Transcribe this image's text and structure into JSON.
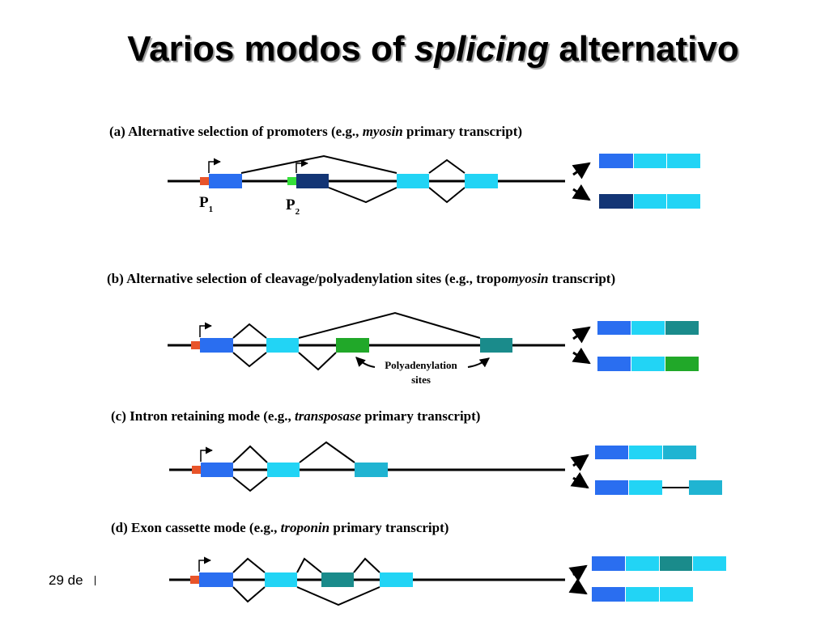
{
  "slide": {
    "title_part1": "Varios modos of ",
    "title_italic": "splicing",
    "title_part2": " alternativo",
    "footer_date": "29 de"
  },
  "panels": [
    {
      "caption_prefix": "(a) Alternative selection of promoters (e.g., ",
      "caption_italic": "myosin",
      "caption_suffix": " primary transcript)",
      "promoter_labels": [
        {
          "letter": "P",
          "sub": "1"
        },
        {
          "letter": "P",
          "sub": "2"
        }
      ]
    },
    {
      "caption_prefix": "(b) Alternative selection of cleavage/polyadenylation sites (e.g., tropo",
      "caption_italic": "myosin",
      "caption_suffix": " transcript)",
      "annotation_line1": "Polyadenylation",
      "annotation_line2": "sites"
    },
    {
      "caption_prefix": "(c) Intron retaining mode (e.g., ",
      "caption_italic": "transposase",
      "caption_suffix": " primary transcript)"
    },
    {
      "caption_prefix": "(d) Exon cassette mode (e.g., ",
      "caption_italic": "troponin",
      "caption_suffix": " primary transcript)"
    }
  ],
  "colors": {
    "promoter_red": "#e8542a",
    "promoter_green": "#35e03a",
    "exon_blue": "#2a6ef0",
    "exon_dark_navy": "#133575",
    "exon_cyan": "#22d4f5",
    "exon_teal": "#1a8b8b",
    "exon_green": "#21a829",
    "exon_medium_cyan": "#20b4d2"
  }
}
